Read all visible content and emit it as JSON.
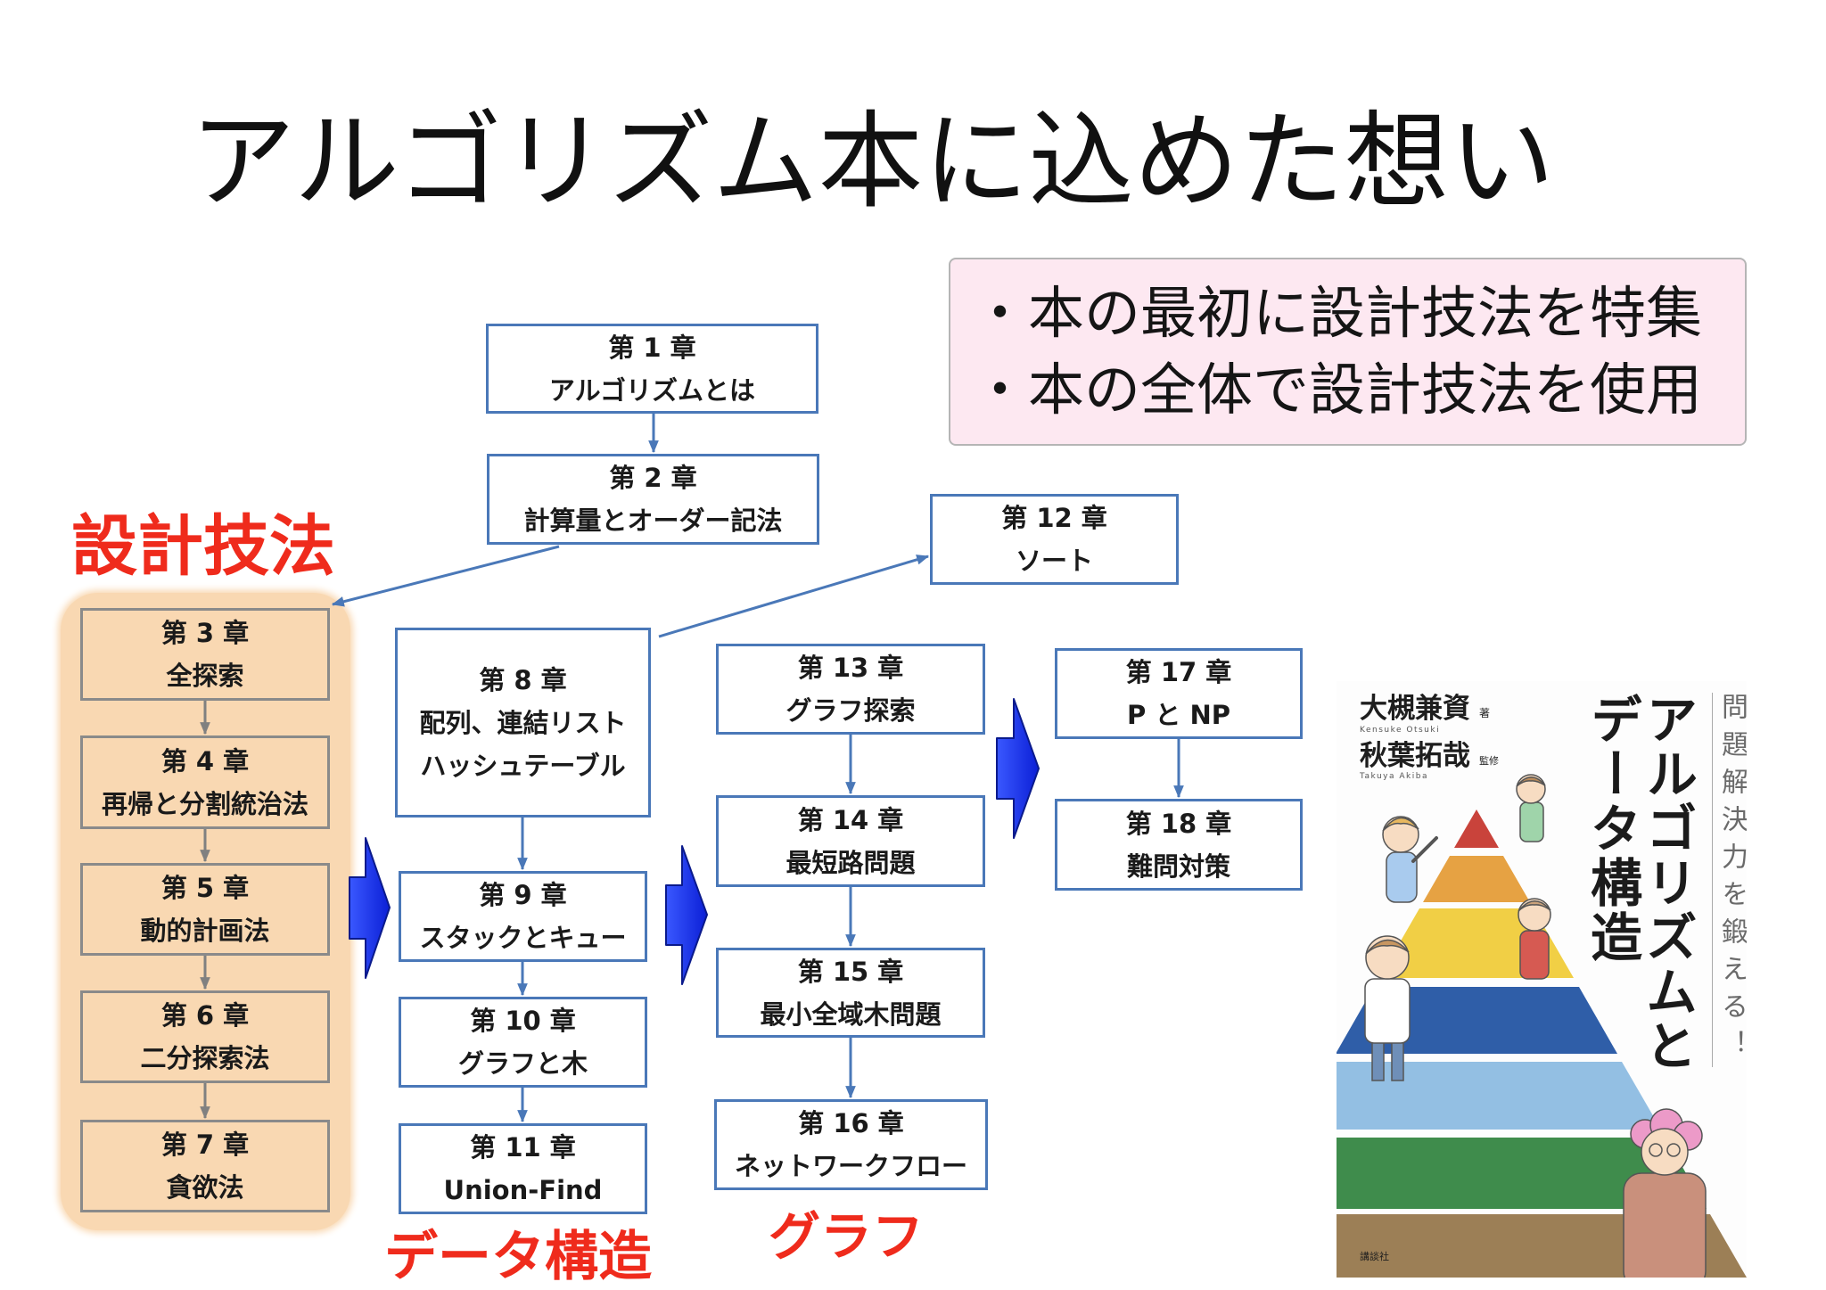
{
  "slide": {
    "title": "アルゴリズム本に込めた想い",
    "highlights": [
      "・本の最初に設計技法を特集",
      "・本の全体で設計技法を使用"
    ]
  },
  "sections": {
    "design_techniques": "設計技法",
    "data_structures": "データ構造",
    "graphs": "グラフ"
  },
  "chapters": {
    "c1": {
      "number": "第 1 章",
      "lines": [
        "アルゴリズムとは"
      ]
    },
    "c2": {
      "number": "第 2 章",
      "lines": [
        "計算量とオーダー記法"
      ]
    },
    "c3": {
      "number": "第 3 章",
      "lines": [
        "全探索"
      ]
    },
    "c4": {
      "number": "第 4 章",
      "lines": [
        "再帰と分割統治法"
      ]
    },
    "c5": {
      "number": "第 5 章",
      "lines": [
        "動的計画法"
      ]
    },
    "c6": {
      "number": "第 6 章",
      "lines": [
        "二分探索法"
      ]
    },
    "c7": {
      "number": "第 7 章",
      "lines": [
        "貪欲法"
      ]
    },
    "c8": {
      "number": "第 8 章",
      "lines": [
        "配列、連結リスト",
        "ハッシュテーブル"
      ]
    },
    "c9": {
      "number": "第 9 章",
      "lines": [
        "スタックとキュー"
      ]
    },
    "c10": {
      "number": "第 10 章",
      "lines": [
        "グラフと木"
      ]
    },
    "c11": {
      "number": "第 11 章",
      "lines": [
        "Union-Find"
      ]
    },
    "c12": {
      "number": "第 12 章",
      "lines": [
        "ソート"
      ]
    },
    "c13": {
      "number": "第 13 章",
      "lines": [
        "グラフ探索"
      ]
    },
    "c14": {
      "number": "第 14 章",
      "lines": [
        "最短路問題"
      ]
    },
    "c15": {
      "number": "第 15 章",
      "lines": [
        "最小全域木問題"
      ]
    },
    "c16": {
      "number": "第 16 章",
      "lines": [
        "ネットワークフロー"
      ]
    },
    "c17": {
      "number": "第 17 章",
      "lines": [
        "P と NP"
      ]
    },
    "c18": {
      "number": "第 18 章",
      "lines": [
        "難問対策"
      ]
    }
  },
  "book_cover": {
    "author": "大槻兼資",
    "author_role": "著",
    "author_romaji": "Kensuke Otsuki",
    "supervisor": "秋葉拓哉",
    "supervisor_role": "監修",
    "supervisor_romaji": "Takuya Akiba",
    "title_line1": "アルゴリズムと",
    "title_line2": "データ構造",
    "tagline": "問題解決力を鍛える！",
    "publisher": "講談社",
    "pyramid_colors": [
      "#c9433b",
      "#e6a243",
      "#f1cf45",
      "#2f5ea8",
      "#93bfe3",
      "#3f8c4c",
      "#9c7f56"
    ]
  },
  "colors": {
    "accent_red": "#ef2b1c",
    "chapter_border": "#4a78b8",
    "design_group_fill": "#f9d8b2",
    "design_box_border": "#8a8a8a",
    "highlight_fill": "#fde8f1",
    "flow_arrow": "#0b1fd6"
  }
}
